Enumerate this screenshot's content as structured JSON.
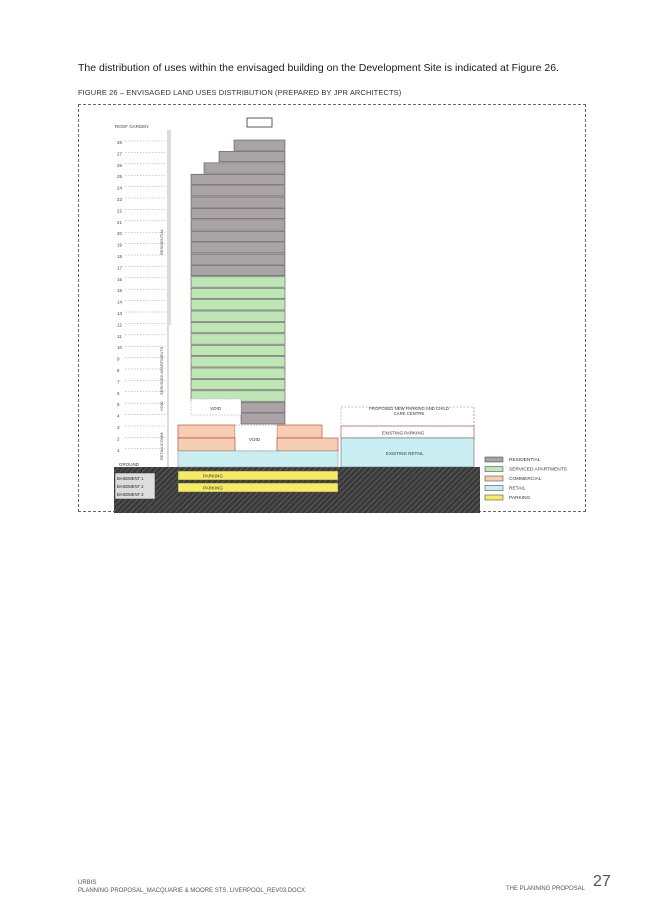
{
  "intro_text": "The distribution of uses within the envisaged building on the Development Site is indicated at Figure 26.",
  "figure_caption": "FIGURE 26 – ENVISAGED LAND USES DISTRIBUTION (PREPARED BY JPR ARCHITECTS)",
  "diagram": {
    "roof_label": "ROOF GARDEN",
    "level_labels": [
      "28",
      "27",
      "26",
      "25",
      "24",
      "23",
      "22",
      "21",
      "20",
      "19",
      "18",
      "17",
      "16",
      "15",
      "14",
      "13",
      "12",
      "11",
      "10",
      "9",
      "8",
      "7",
      "6",
      "5",
      "4",
      "3",
      "2",
      "1"
    ],
    "ground_label": "GROUND",
    "basement_labels": [
      "BASEMENT 1",
      "BASEMENT 2",
      "BASEMENT 3"
    ],
    "zone_labels": {
      "residential": "RESIDENTIAL",
      "serviced": "SERVICED APARTMENTS",
      "void": "VOID",
      "retail_comm": "RETAIL/COMM"
    },
    "void_labels": [
      "VOID",
      "VOID"
    ],
    "parking_labels": [
      "PARKING",
      "PARKING"
    ],
    "neighbour_labels": {
      "proposed": "PROPOSED NEW PARKING AND CHILD CARE CENTRE",
      "existing_parking": "EXISTING PARKING",
      "existing_retail": "EXISTING RETAIL"
    },
    "legend": [
      {
        "label": "RESIDENTIAL",
        "color": "#a9a3a5"
      },
      {
        "label": "SERVICED APARTMENTS",
        "color": "#bfe7b5"
      },
      {
        "label": "COMMERCIAL",
        "color": "#f6cfb2"
      },
      {
        "label": "RETAIL",
        "color": "#c9eff2"
      },
      {
        "label": "PARKING",
        "color": "#f5ec63"
      }
    ]
  },
  "footer": {
    "line1": "URBIS",
    "line2": "PLANNING PROPOSAL_MACQUARIE & MOORE STS, LIVERPOOL_REV03.DOCX",
    "right": "THE PLANNING PROPOSAL",
    "page_number": "27"
  }
}
